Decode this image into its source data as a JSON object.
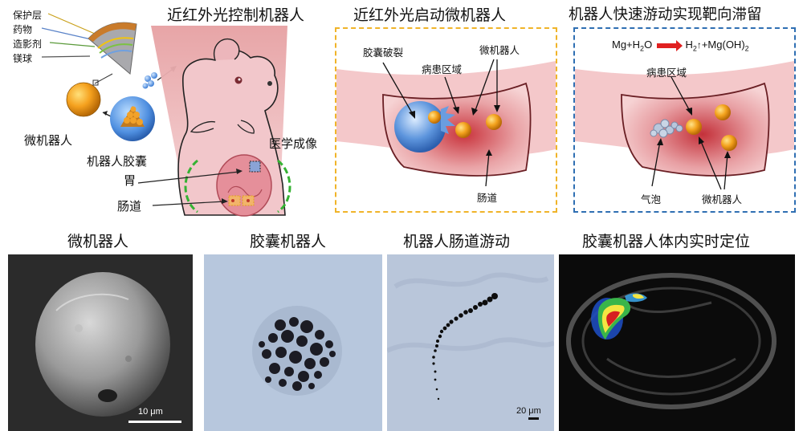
{
  "top": {
    "panel1": {
      "title": "近红外光控制机器人",
      "layers": [
        "保护层",
        "药物",
        "造影剂",
        "镁球"
      ],
      "microrobot": "微机器人",
      "capsule": "机器人胶囊",
      "stomach": "胃",
      "intestine": "肠道",
      "imaging": "医学成像"
    },
    "panel2": {
      "title": "近红外光启动微机器人",
      "capsule_rupture": "胶囊破裂",
      "lesion": "病患区域",
      "microrobot": "微机器人",
      "intestine": "肠道",
      "frame_color": "#f0b429"
    },
    "panel3": {
      "title": "机器人快速游动实现靶向滞留",
      "reaction_left": "Mg+H",
      "reaction_h2o_sub": "2",
      "reaction_o": "O",
      "reaction_h2": "H",
      "reaction_h2_sub": "2",
      "reaction_right": "+Mg(OH)",
      "reaction_right_sub": "2",
      "lesion": "病患区域",
      "bubble": "气泡",
      "microrobot": "微机器人",
      "frame_color": "#2f6fb3"
    }
  },
  "bottom": {
    "p1": {
      "title": "微机器人",
      "scale": "10 μm"
    },
    "p2": {
      "title": "胶囊机器人"
    },
    "p3": {
      "title": "机器人肠道游动",
      "scale": "20 μm"
    },
    "p4": {
      "title": "胶囊机器人体内实时定位"
    }
  }
}
